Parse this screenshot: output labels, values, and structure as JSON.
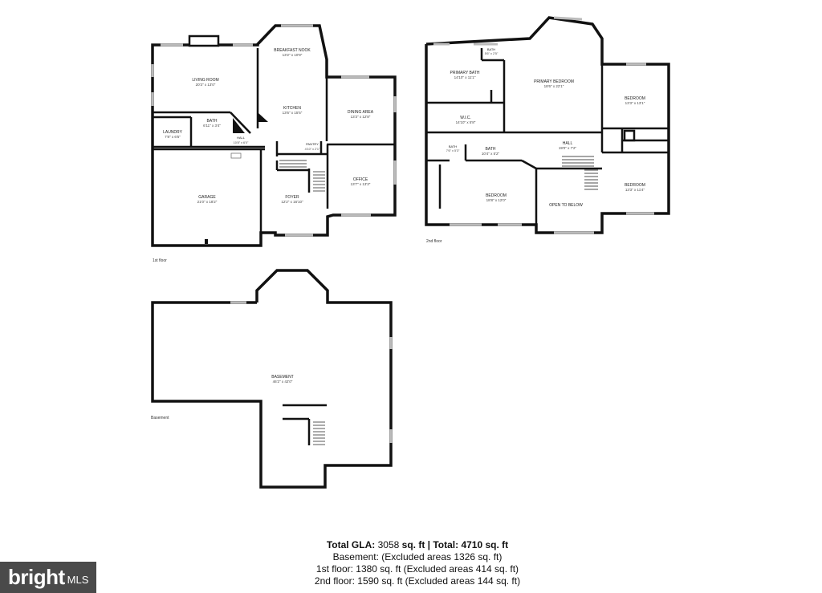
{
  "floors": {
    "first": {
      "label": "1st floor",
      "rooms": [
        {
          "id": "breakfast-nook",
          "name": "BREAKFAST NOOK",
          "dims": "13'2\" x 10'9\""
        },
        {
          "id": "living-room",
          "name": "LIVING ROOM",
          "dims": "20'3\" x 13'0\""
        },
        {
          "id": "kitchen",
          "name": "KITCHEN",
          "dims": "13'6\" x 15'5\""
        },
        {
          "id": "dining-area",
          "name": "DINING AREA",
          "dims": "13'3\" x 12'8\""
        },
        {
          "id": "bath",
          "name": "BATH",
          "dims": "6'11\" x 3'4\""
        },
        {
          "id": "laundry",
          "name": "LAUNDRY",
          "dims": "7'8\" x 6'5\""
        },
        {
          "id": "hall",
          "name": "HALL",
          "dims": "10'8\" x 6'0\""
        },
        {
          "id": "pantry",
          "name": "PANTRY",
          "dims": "4'10\" x 2'1\""
        },
        {
          "id": "office",
          "name": "OFFICE",
          "dims": "13'7\" x 13'3\""
        },
        {
          "id": "garage",
          "name": "GARAGE",
          "dims": "21'0\" x 18'2\""
        },
        {
          "id": "foyer",
          "name": "FOYER",
          "dims": "12'2\" x 16'10\""
        }
      ]
    },
    "second": {
      "label": "2nd floor",
      "rooms": [
        {
          "id": "bath-small",
          "name": "BATH",
          "dims": "5'6\" x 2'5\""
        },
        {
          "id": "primary-bath",
          "name": "PRIMARY BATH",
          "dims": "14'10\" x 11'1\""
        },
        {
          "id": "primary-bedroom",
          "name": "PRIMARY BEDROOM",
          "dims": "18'6\" x 22'1\""
        },
        {
          "id": "bedroom-ne",
          "name": "BEDROOM",
          "dims": "13'3\" x 13'1\""
        },
        {
          "id": "wic",
          "name": "W.I.C.",
          "dims": "14'10\" x 5'8\""
        },
        {
          "id": "bath-2",
          "name": "BATH",
          "dims": "7'6\" x 5'3\""
        },
        {
          "id": "bath-3",
          "name": "BATH",
          "dims": "10'4\" x 5'2\""
        },
        {
          "id": "hall-2",
          "name": "HALL",
          "dims": "19'0\" x 7'2\""
        },
        {
          "id": "bedroom-sw",
          "name": "BEDROOM",
          "dims": "18'8\" x 12'0\""
        },
        {
          "id": "open-below",
          "name": "OPEN TO BELOW",
          "dims": ""
        },
        {
          "id": "bedroom-se",
          "name": "BEDROOM",
          "dims": "13'3\" x 11'4\""
        }
      ]
    },
    "basement": {
      "label": "Basement",
      "rooms": [
        {
          "id": "basement",
          "name": "BASEMENT",
          "dims": "46'2\" x 42'0\""
        }
      ]
    }
  },
  "summary": {
    "total_prefix": "Total GLA:",
    "total_gla": "3058",
    "total_rest": "sq. ft | Total: 4710 sq. ft",
    "basement": "Basement: (Excluded areas 1326 sq. ft)",
    "first": "1st floor: 1380 sq. ft (Excluded areas 414 sq. ft)",
    "second": "2nd floor: 1590 sq. ft (Excluded areas 144 sq. ft)"
  },
  "logo": {
    "text": "bright",
    "suffix": "MLS"
  }
}
